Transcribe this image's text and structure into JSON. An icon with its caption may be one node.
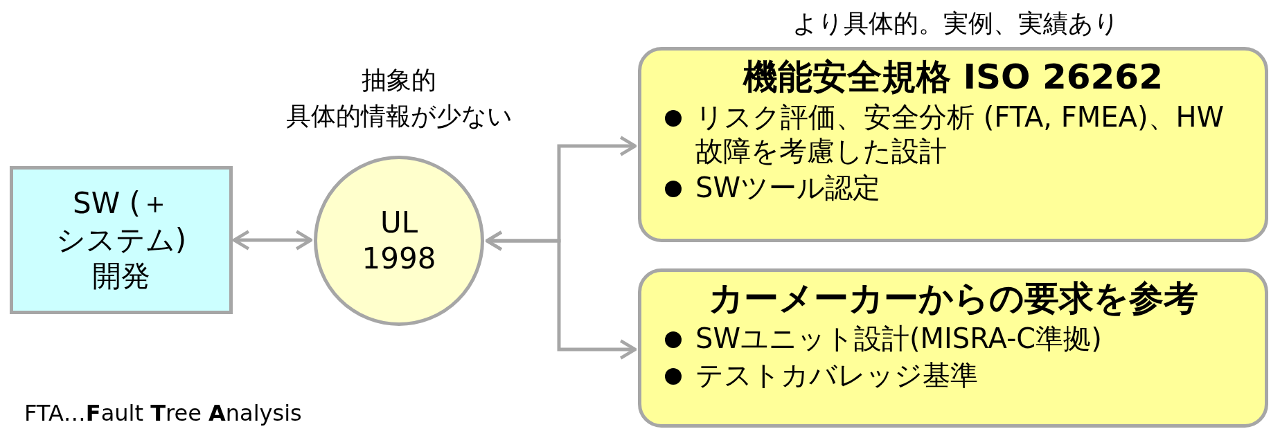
{
  "diagram": {
    "nodes": [
      {
        "text": [
          "SW (＋システム) 開発"
        ]
      },
      {
        "text": [
          "UL 1998"
        ],
        "beside": [
          "抽象的",
          "具体的情報が少ない"
        ]
      },
      {
        "text": [
          "機能安全規格 ISO 26262",
          "リスク評価、安全分析 (FTA, FMEA)、HW故障を考慮した設計",
          "SWツール認定"
        ],
        "beside": [
          "より具体的。実例、実績あり"
        ]
      },
      {
        "text": [
          "カーメーカーからの要求を参考",
          "SWユニット設計(MISRA-C準拠)",
          "テストカバレッジ基準"
        ]
      }
    ],
    "edges": [
      {
        "from": 0,
        "to": 1,
        "arrow": "both"
      },
      {
        "from": 1,
        "to": 2,
        "arrow": "both"
      },
      {
        "from": 1,
        "to": 3,
        "arrow": "both"
      }
    ],
    "labels": [
      "FTA…**F**ault **T**ree **A**nalysis"
    ]
  }
}
